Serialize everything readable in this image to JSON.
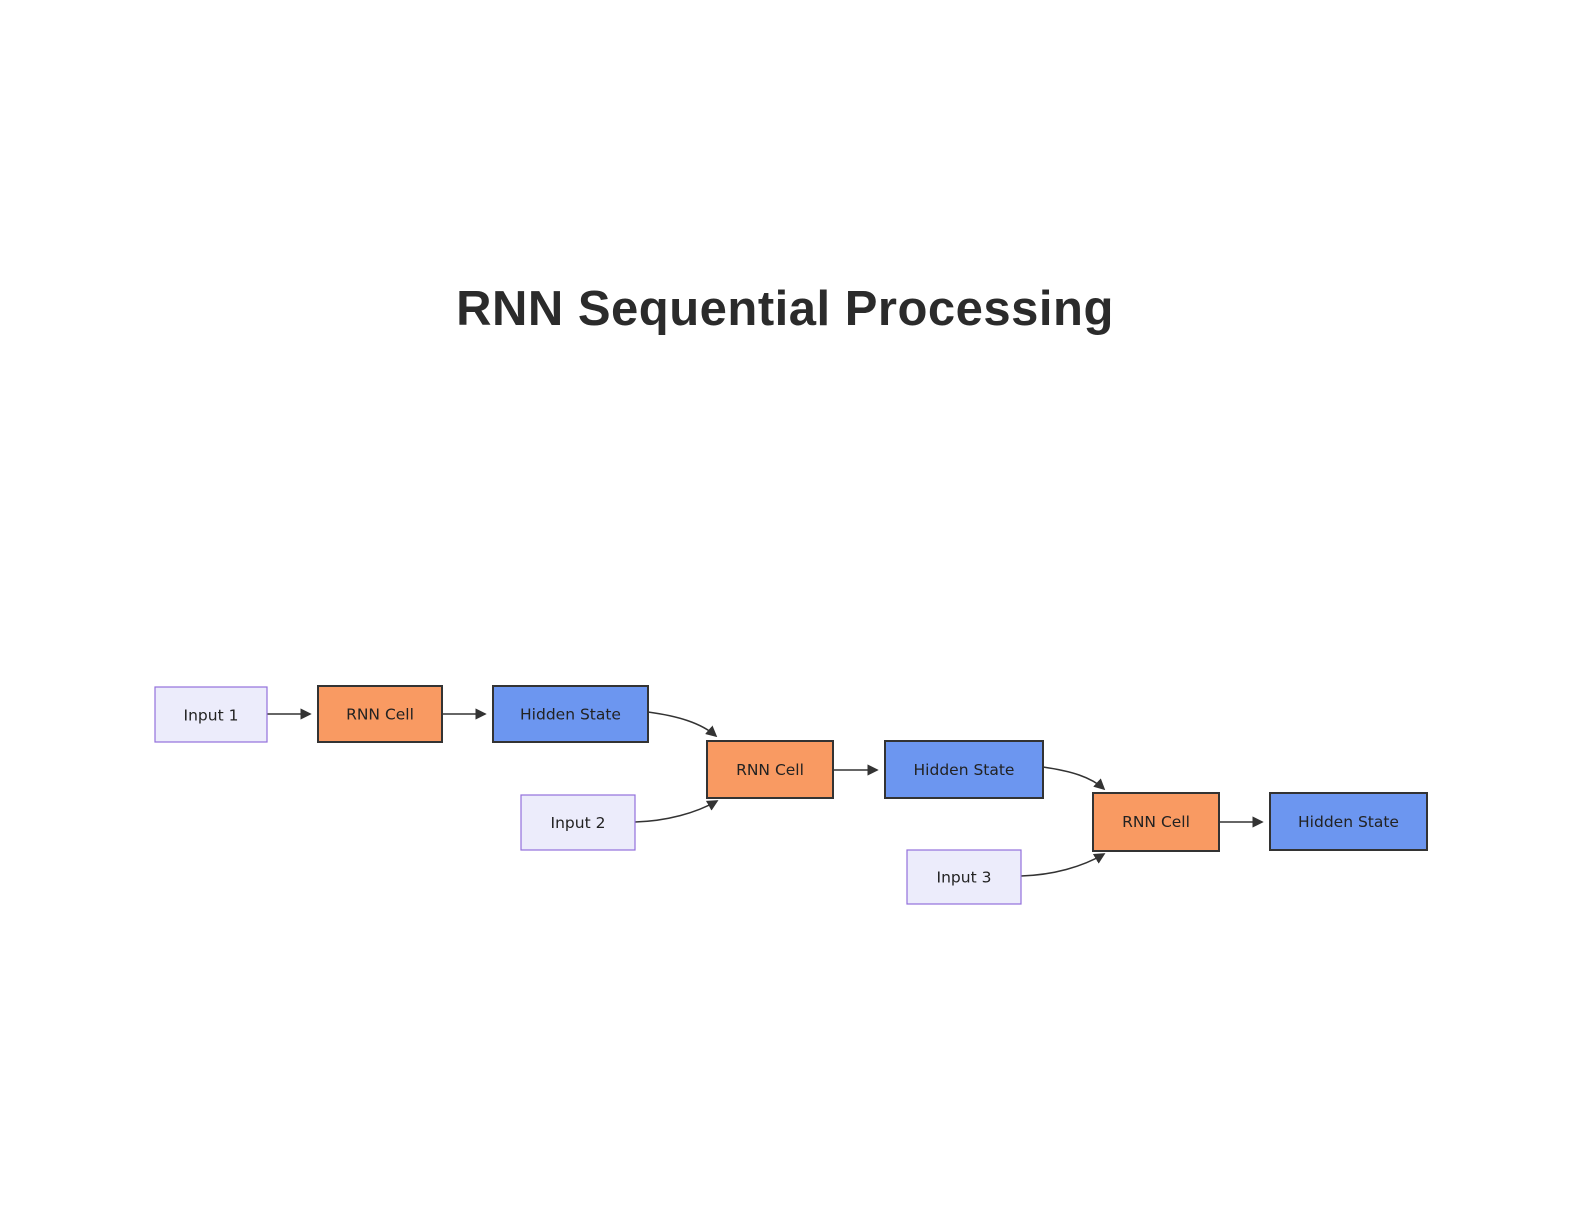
{
  "title": "RNN Sequential Processing",
  "diagram": {
    "nodes": {
      "input1": {
        "label": "Input 1",
        "type": "input"
      },
      "rnn1": {
        "label": "RNN Cell",
        "type": "rnn"
      },
      "hidden1": {
        "label": "Hidden State",
        "type": "hidden"
      },
      "input2": {
        "label": "Input 2",
        "type": "input"
      },
      "rnn2": {
        "label": "RNN Cell",
        "type": "rnn"
      },
      "hidden2": {
        "label": "Hidden State",
        "type": "hidden"
      },
      "input3": {
        "label": "Input 3",
        "type": "input"
      },
      "rnn3": {
        "label": "RNN Cell",
        "type": "rnn"
      },
      "hidden3": {
        "label": "Hidden State",
        "type": "hidden"
      }
    },
    "edges": [
      {
        "from": "input1",
        "to": "rnn1"
      },
      {
        "from": "rnn1",
        "to": "hidden1"
      },
      {
        "from": "hidden1",
        "to": "rnn2"
      },
      {
        "from": "input2",
        "to": "rnn2"
      },
      {
        "from": "rnn2",
        "to": "hidden2"
      },
      {
        "from": "hidden2",
        "to": "rnn3"
      },
      {
        "from": "input3",
        "to": "rnn3"
      },
      {
        "from": "rnn3",
        "to": "hidden3"
      }
    ],
    "colors": {
      "input_fill": "#ECECFB",
      "input_border": "#9370DB",
      "rnn_fill": "#F99A62",
      "hidden_fill": "#6C96F0",
      "node_border": "#333333",
      "edge": "#333333",
      "title_text": "#2B2B2B",
      "background": "#FFFFFF"
    }
  }
}
